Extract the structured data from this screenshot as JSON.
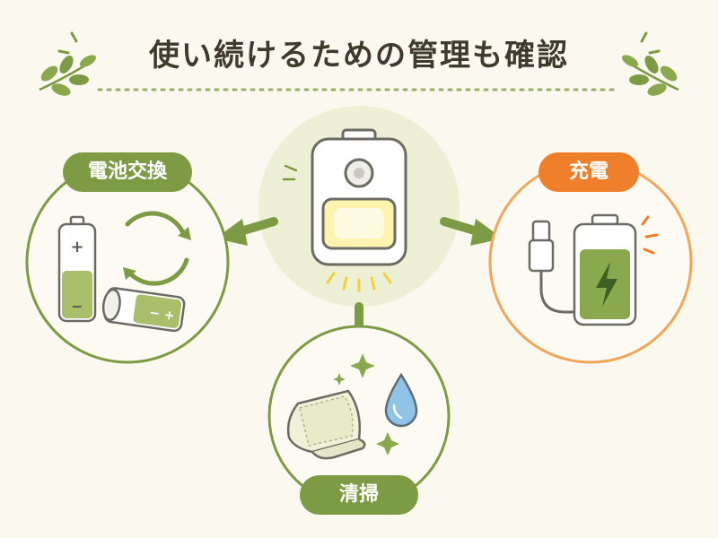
{
  "title": "使い続けるための管理も確認",
  "items": {
    "battery": {
      "label": "電池交換"
    },
    "charge": {
      "label": "充電"
    },
    "clean": {
      "label": "清掃"
    }
  },
  "colors": {
    "background": "#fbf8ef",
    "green": "#7d9a45",
    "light_green": "#eef0d6",
    "orange": "#f07f2c",
    "water_blue": "#8fc3e8",
    "glow": "#fff3b0"
  }
}
